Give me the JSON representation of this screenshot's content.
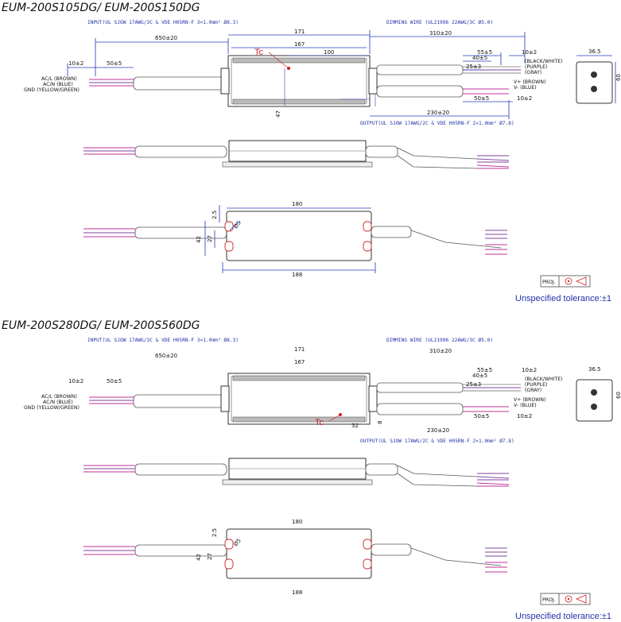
{
  "sections": [
    {
      "title": "EUM-200S105DG/ EUM-200S150DG",
      "input_note": "INPUT(UL SJOW 17AWG/3C & VDE H05RN-F 3×1.0mm² Ø8.3)",
      "dimming_note": "DIMMING WIRE (UL21996 22AWG/3C Ø5.0)",
      "output_note": "OUTPUT(UL SJOW 17AWG/2C & VDE H05RN-F 2×1.0mm² Ø7.8)",
      "tc_label": "Tc",
      "tc_dims": [
        "100",
        "47"
      ],
      "dims": {
        "d650": "650±20",
        "d171": "171",
        "d167": "167",
        "d310": "310±20",
        "d10a": "10±2",
        "d50a": "50±5",
        "d55": "55±5",
        "d40": "40±5",
        "d25": "25±3",
        "d10b": "10±2",
        "d230": "230±20",
        "d50b": "50±5",
        "d10c": "10±2",
        "d36": "36.5",
        "d60": "60",
        "d180": "180",
        "d188": "188",
        "d25b": "2.5",
        "d42": "42",
        "d27": "27",
        "d5": "Ø5"
      },
      "input_wires": [
        "AC/L (BROWN)",
        "AC/N (BLUE)",
        "GND (YELLOW/GREEN)"
      ],
      "dim_wires": [
        "(BLACK/WHITE)",
        "(PURPLE)",
        "(GRAY)"
      ],
      "output_wires": [
        "V+ (BROWN)",
        "V- (BLUE)"
      ],
      "proj_label": "PROJ.",
      "tolerance": "Unspecified tolerance:±1"
    },
    {
      "title": "EUM-200S280DG/ EUM-200S560DG",
      "input_note": "INPUT(UL SJOW 17AWG/3C & VDE H05RN-F 3×1.0mm² Ø8.3)",
      "dimming_note": "DIMMING WIRE (UL21996 22AWG/3C Ø5.0)",
      "output_note": "OUTPUT(UL SJOW 17AWG/2C & VDE H05RN-F 2×1.0mm² Ø7.8)",
      "tc_label": "Tc",
      "tc_dims": [
        "32",
        "8"
      ],
      "dims": {
        "d650": "650±20",
        "d171": "171",
        "d167": "167",
        "d310": "310±20",
        "d10a": "10±2",
        "d50a": "50±5",
        "d55": "55±5",
        "d40": "40±5",
        "d25": "25±3",
        "d10b": "10±2",
        "d230": "230±20",
        "d50b": "50±5",
        "d10c": "10±2",
        "d36": "36.5",
        "d60": "60",
        "d180": "180",
        "d188": "188",
        "d25b": "2.5",
        "d42": "42",
        "d27": "27",
        "d5": "Ø5"
      },
      "input_wires": [
        "AC/L (BROWN)",
        "AC/N (BLUE)",
        "GND (YELLOW/GREEN)"
      ],
      "dim_wires": [
        "(BLACK/WHITE)",
        "(PURPLE)",
        "(GRAY)"
      ],
      "output_wires": [
        "V+ (BROWN)",
        "V- (BLUE)"
      ],
      "proj_label": "PROJ.",
      "tolerance": "Unspecified tolerance:±1"
    }
  ],
  "colors": {
    "dimension": "#2a3fbf",
    "tc": "#cc2222",
    "wire_magenta": "#c0309a",
    "wire_red": "#d23030"
  }
}
